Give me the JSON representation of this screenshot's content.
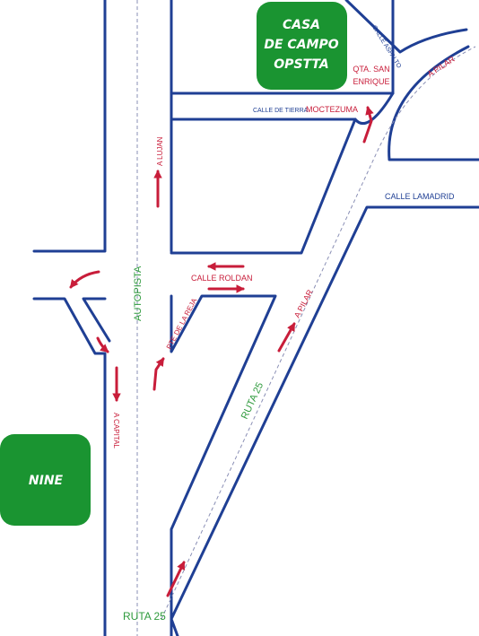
{
  "map": {
    "badges": {
      "casa": {
        "line1": "CASA",
        "line2": "DE CAMPO",
        "line3": "OPSTTA"
      },
      "nine": "NINE"
    },
    "labels": {
      "calle_asfalto": "CALLE ASFALTO",
      "a_pilar_top": "A PILAR",
      "qta_line1": "QTA. SAN",
      "qta_line2": "ENRIQUE",
      "calle_de_tierra": "CALLE DE TIERRA",
      "moctezuma": "MOCTEZUMA",
      "a_lujan": "A LUJAN",
      "calle_lamadrid": "CALLE LAMADRID",
      "autopista": "AUTOPISTA",
      "calle_roldan": "CALLE ROLDAN",
      "pte_de_la_reja": "PTE DE LA REJA",
      "a_pilar_mid": "A PILAR",
      "ruta25_diag": "RUTA 25",
      "a_capital": "A CAPITAL",
      "ruta25_bottom": "RUTA 25"
    },
    "colors": {
      "road_outline": "#1f3f94",
      "badge_fill": "#1a9431",
      "arrow": "#c81d3a",
      "label_red": "#c81d3a",
      "label_blue": "#1f3f94",
      "label_green": "#2e9a3c",
      "center_line": "#8a8fb5"
    }
  }
}
